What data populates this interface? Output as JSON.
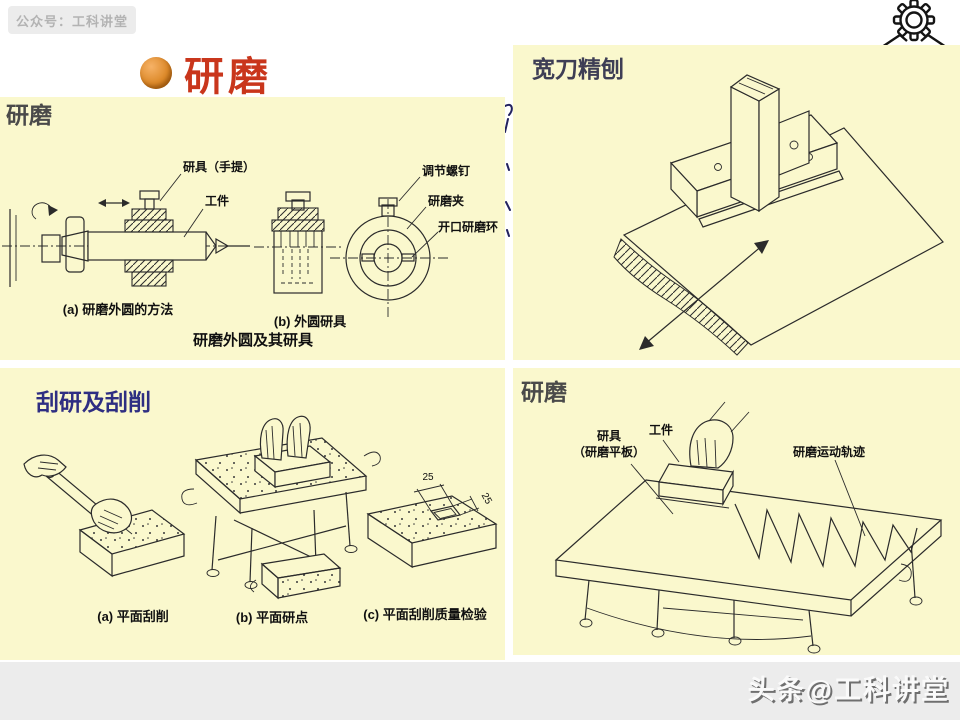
{
  "page": {
    "badge_label": "公众号：工科讲堂",
    "slide_title": "研磨",
    "watermark": "头条@工科讲堂"
  },
  "panel_top_left": {
    "header": "研磨",
    "label_tool_hand": "研具（手提）",
    "label_workpiece": "工件",
    "label_adjust_screw": "调节螺钉",
    "label_lap_clamp": "研磨夹",
    "label_split_ring": "开口研磨环",
    "caption_a": "(a) 研磨外圆的方法",
    "caption_b": "(b) 外圆研具",
    "caption_main": "研磨外圆及其研具"
  },
  "panel_top_right": {
    "header": "宽刀精刨"
  },
  "panel_bottom_left": {
    "header": "刮研及刮削",
    "caption_a": "(a) 平面刮削",
    "caption_b": "(b) 平面研点",
    "caption_c": "(c) 平面刮削质量检验",
    "dim_w": "25",
    "dim_h": "25"
  },
  "panel_bottom_right": {
    "header": "研磨",
    "label_tool_1": "研具",
    "label_tool_2": "（研磨平板）",
    "label_workpiece": "工件",
    "label_path": "研磨运动轨迹"
  },
  "colors": {
    "panel_bg": "#FAF8CD",
    "title_red": "#C9361C",
    "ball_orange": "#DD8A2A",
    "header_navy": "#2E2E82",
    "header_gray": "#4A4A4A",
    "footer_bg": "#ECECEC",
    "line_art": "#2B2B2B"
  }
}
